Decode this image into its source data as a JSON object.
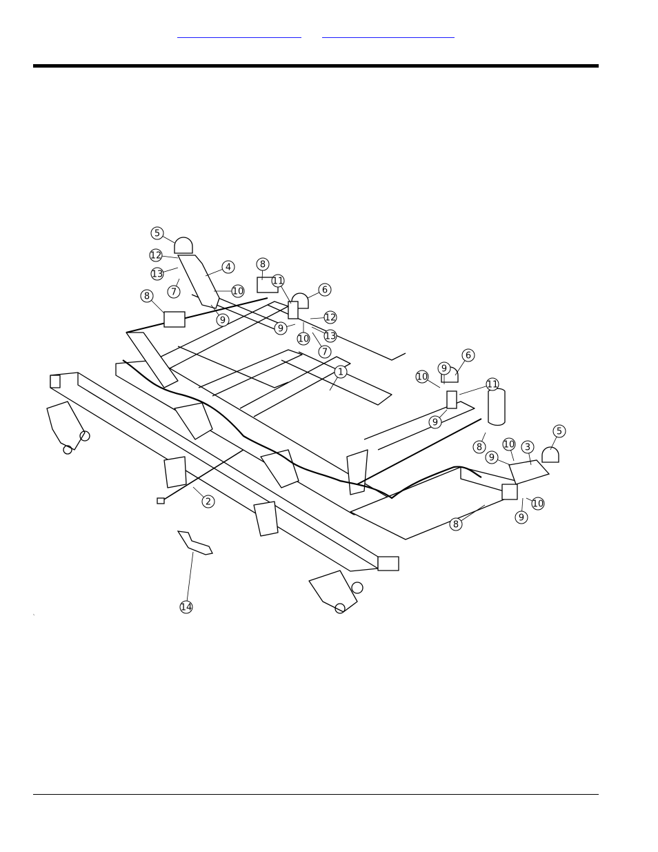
{
  "nav": {
    "link_left": "",
    "link_right": ""
  },
  "diagram": {
    "callouts": [
      {
        "id": "c5a",
        "label": "5"
      },
      {
        "id": "c12a",
        "label": "12"
      },
      {
        "id": "c13a",
        "label": "13"
      },
      {
        "id": "c7a",
        "label": "7"
      },
      {
        "id": "c4",
        "label": "4"
      },
      {
        "id": "c10a",
        "label": "10"
      },
      {
        "id": "c9a",
        "label": "9"
      },
      {
        "id": "c8a",
        "label": "8"
      },
      {
        "id": "c8b",
        "label": "8"
      },
      {
        "id": "c11a",
        "label": "11"
      },
      {
        "id": "c6a",
        "label": "6"
      },
      {
        "id": "c12b",
        "label": "12"
      },
      {
        "id": "c9b",
        "label": "9"
      },
      {
        "id": "c10b",
        "label": "10"
      },
      {
        "id": "c13b",
        "label": "13"
      },
      {
        "id": "c7b",
        "label": "7"
      },
      {
        "id": "c1",
        "label": "1"
      },
      {
        "id": "c9c",
        "label": "9"
      },
      {
        "id": "c6b",
        "label": "6"
      },
      {
        "id": "c10c",
        "label": "10"
      },
      {
        "id": "c11b",
        "label": "11"
      },
      {
        "id": "c9d",
        "label": "9"
      },
      {
        "id": "c8c",
        "label": "8"
      },
      {
        "id": "c10d",
        "label": "10"
      },
      {
        "id": "c3",
        "label": "3"
      },
      {
        "id": "c5b",
        "label": "5"
      },
      {
        "id": "c9e",
        "label": "9"
      },
      {
        "id": "c2",
        "label": "2"
      },
      {
        "id": "c9f",
        "label": "9"
      },
      {
        "id": "c10e",
        "label": "10"
      },
      {
        "id": "c8d",
        "label": "8"
      },
      {
        "id": "c14",
        "label": "14"
      }
    ]
  }
}
